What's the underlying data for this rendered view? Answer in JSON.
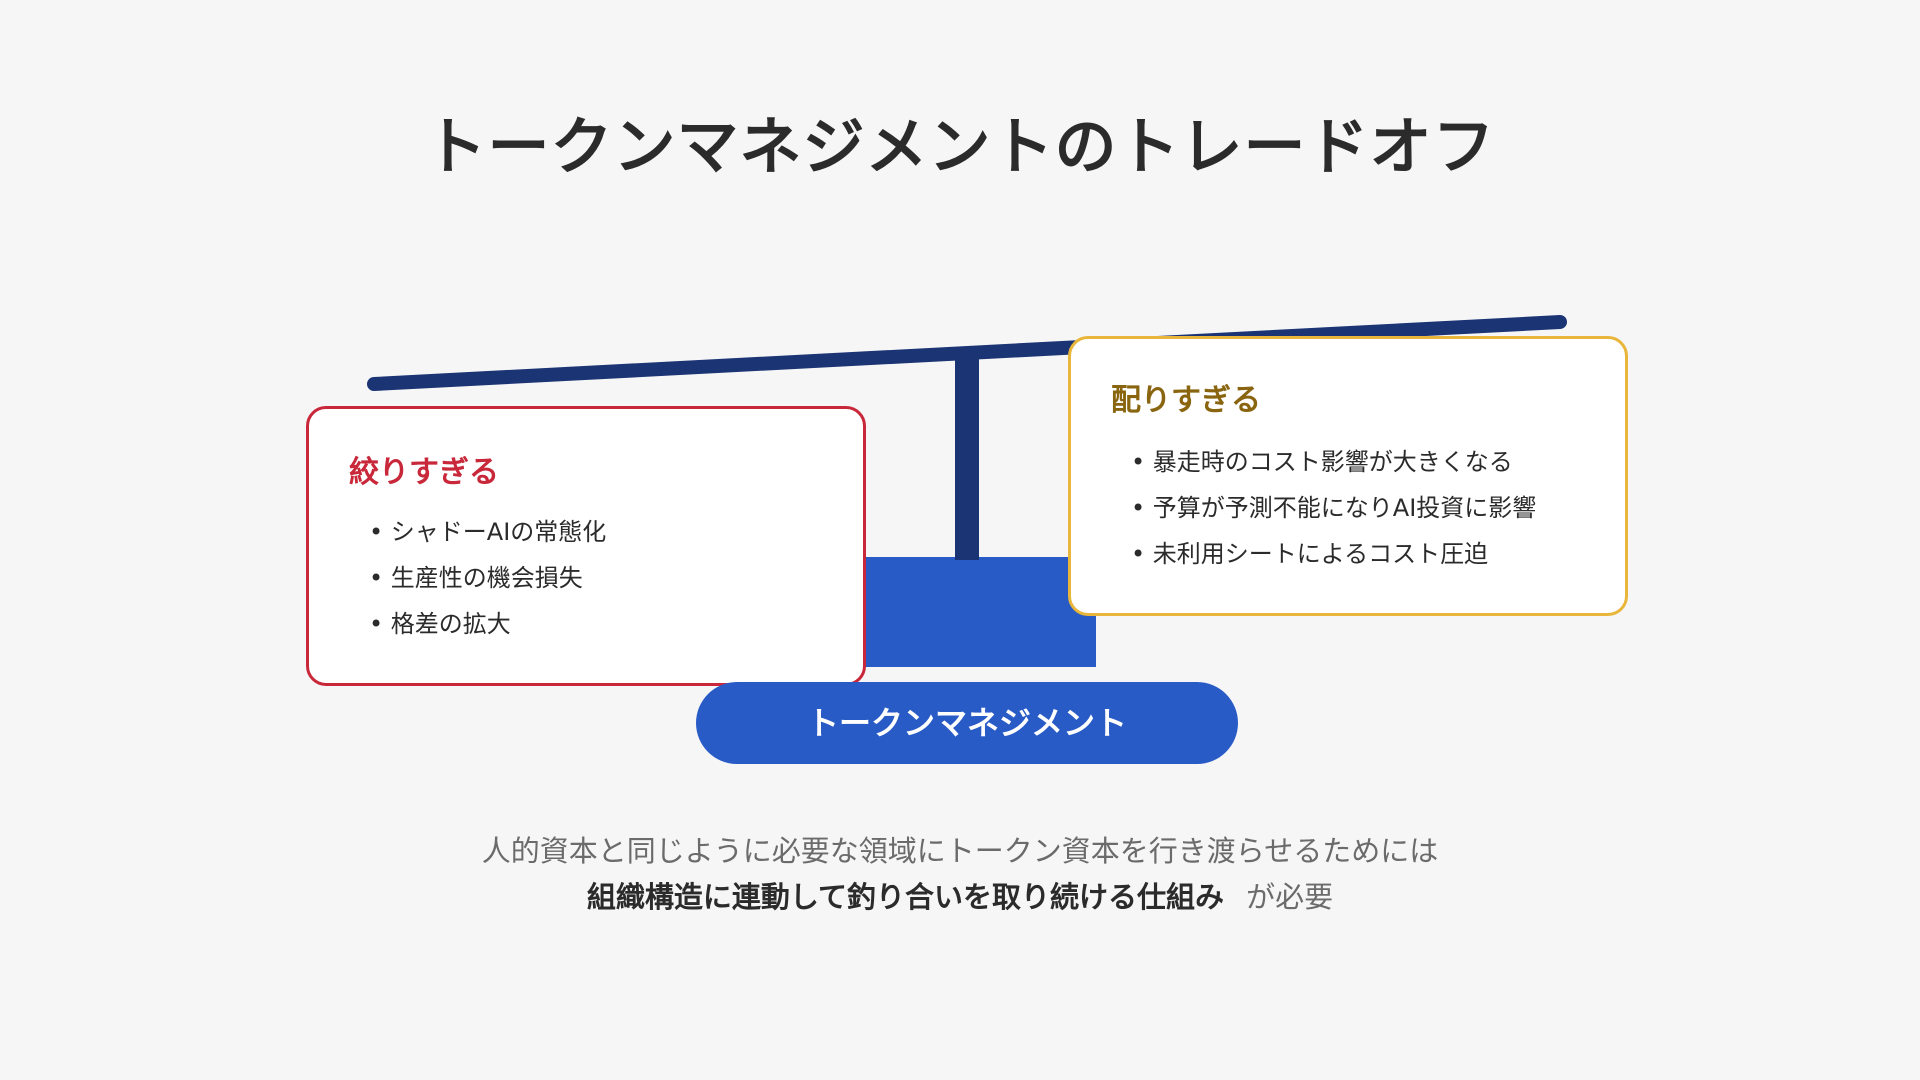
{
  "title": "トークンマネジメントのトレードオフ",
  "colors": {
    "beam": "#1b3474",
    "base": "#295bc7",
    "left_accent": "#c8283a",
    "right_title": "#8a6510",
    "right_border": "#e8b63a"
  },
  "left_card": {
    "title": "絞りすぎる",
    "items": [
      "シャドーAIの常態化",
      "生産性の機会損失",
      "格差の拡大"
    ]
  },
  "right_card": {
    "title": "配りすぎる",
    "items": [
      "暴走時のコスト影響が大きくなる",
      "予算が予測不能になりAI投資に影響",
      "未利用シートによるコスト圧迫"
    ]
  },
  "base_label": "トークンマネジメント",
  "footer": {
    "line1": "人的資本と同じように必要な領域にトークン資本を行き渡らせるためには",
    "line2_strong": "組織構造に連動して釣り合いを取り続ける仕組み",
    "line2_tail": "が必要"
  }
}
